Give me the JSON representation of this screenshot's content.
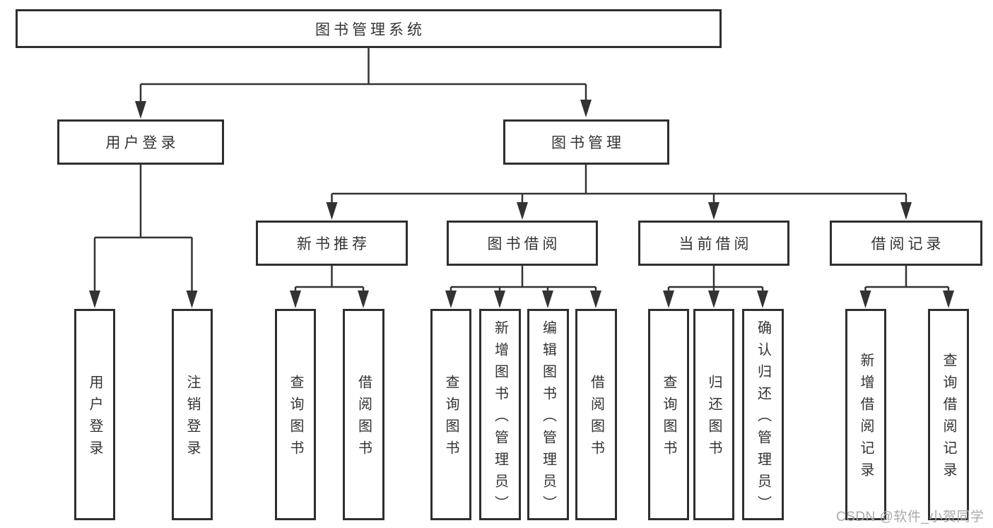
{
  "tree": {
    "root": {
      "label": "图书管理系统"
    },
    "branches": [
      {
        "label": "用户登录",
        "children": [
          "用户登录",
          "注销登录"
        ]
      },
      {
        "label": "图书管理",
        "sections": [
          {
            "label": "新书推荐",
            "children": [
              "查询图书",
              "借阅图书"
            ]
          },
          {
            "label": "图书借阅",
            "children": [
              "查询图书",
              "新增图书（管理员）",
              "编辑图书（管理员）",
              "借阅图书"
            ]
          },
          {
            "label": "当前借阅",
            "children": [
              "查询图书",
              "归还图书",
              "确认归还（管理员）"
            ]
          },
          {
            "label": "借阅记录",
            "children": [
              "新增借阅记录",
              "查询借阅记录"
            ]
          }
        ]
      }
    ]
  },
  "watermark": {
    "text": "CSDN @软件_小贺同学"
  },
  "colors": {
    "line": "#333333",
    "box_border": "#2f2f2f",
    "text": "#333333",
    "watermark": "#a9a9a9"
  }
}
